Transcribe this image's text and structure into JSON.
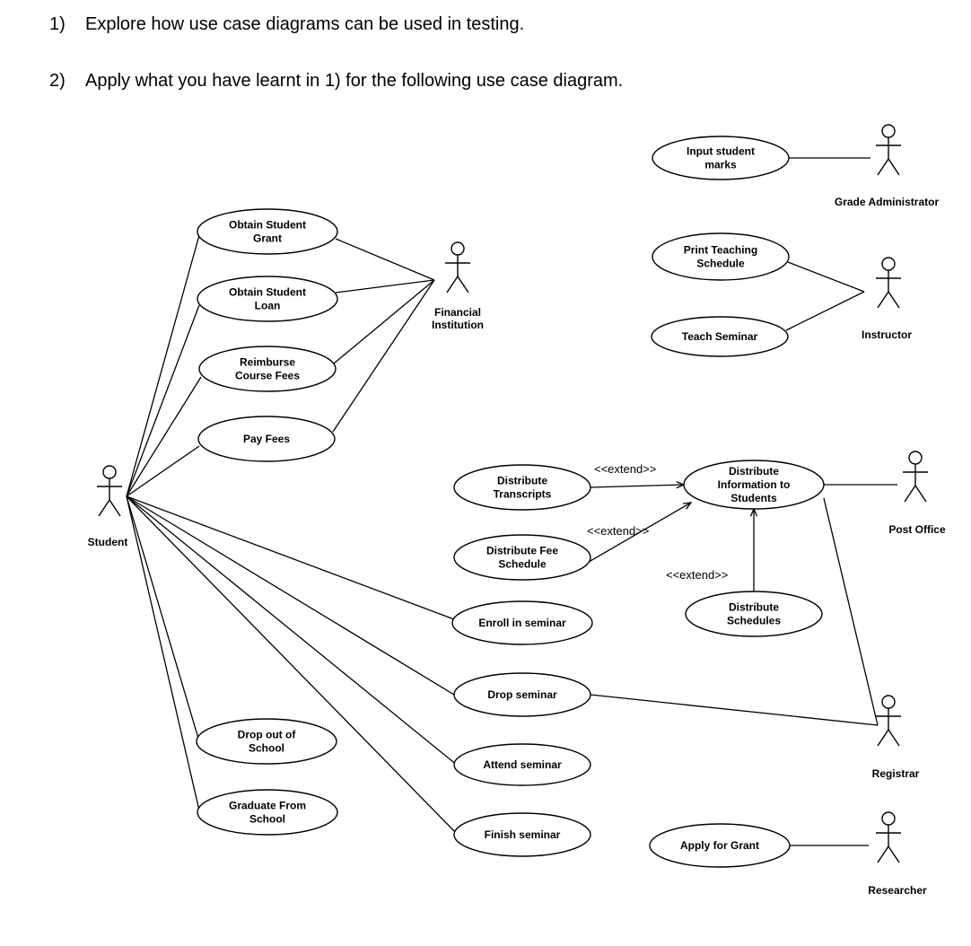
{
  "questions": [
    {
      "number": "1)",
      "text": "Explore how use case diagrams can be used in testing."
    },
    {
      "number": "2)",
      "text": "Apply what you have learnt in 1)  for the following use case diagram."
    }
  ],
  "diagram": {
    "actors": {
      "student": "Student",
      "financial": [
        "Financial",
        "Institution"
      ],
      "grade_admin": "Grade Administrator",
      "instructor": "Instructor",
      "post_office": "Post Office",
      "registrar": "Registrar",
      "researcher": "Researcher"
    },
    "use_cases": {
      "obtain_grant": [
        "Obtain Student",
        "Grant"
      ],
      "obtain_loan": [
        "Obtain Student",
        "Loan"
      ],
      "reimburse": [
        "Reimburse",
        "Course Fees"
      ],
      "pay_fees": [
        "Pay Fees"
      ],
      "input_marks": [
        "Input student",
        "marks"
      ],
      "print_schedule": [
        "Print Teaching",
        "Schedule"
      ],
      "teach_seminar": [
        "Teach Seminar"
      ],
      "distribute_transcripts": [
        "Distribute",
        "Transcripts"
      ],
      "distribute_info": [
        "Distribute",
        "Information to",
        "Students"
      ],
      "distribute_fee": [
        "Distribute Fee",
        "Schedule"
      ],
      "distribute_schedules": [
        "Distribute",
        "Schedules"
      ],
      "enroll": [
        "Enroll in seminar"
      ],
      "drop_seminar": [
        "Drop seminar"
      ],
      "drop_out": [
        "Drop out of",
        "School"
      ],
      "attend": [
        "Attend seminar"
      ],
      "graduate": [
        "Graduate From",
        "School"
      ],
      "finish": [
        "Finish seminar"
      ],
      "apply_grant": [
        "Apply for Grant"
      ]
    },
    "extend_label": "<<extend>>"
  }
}
